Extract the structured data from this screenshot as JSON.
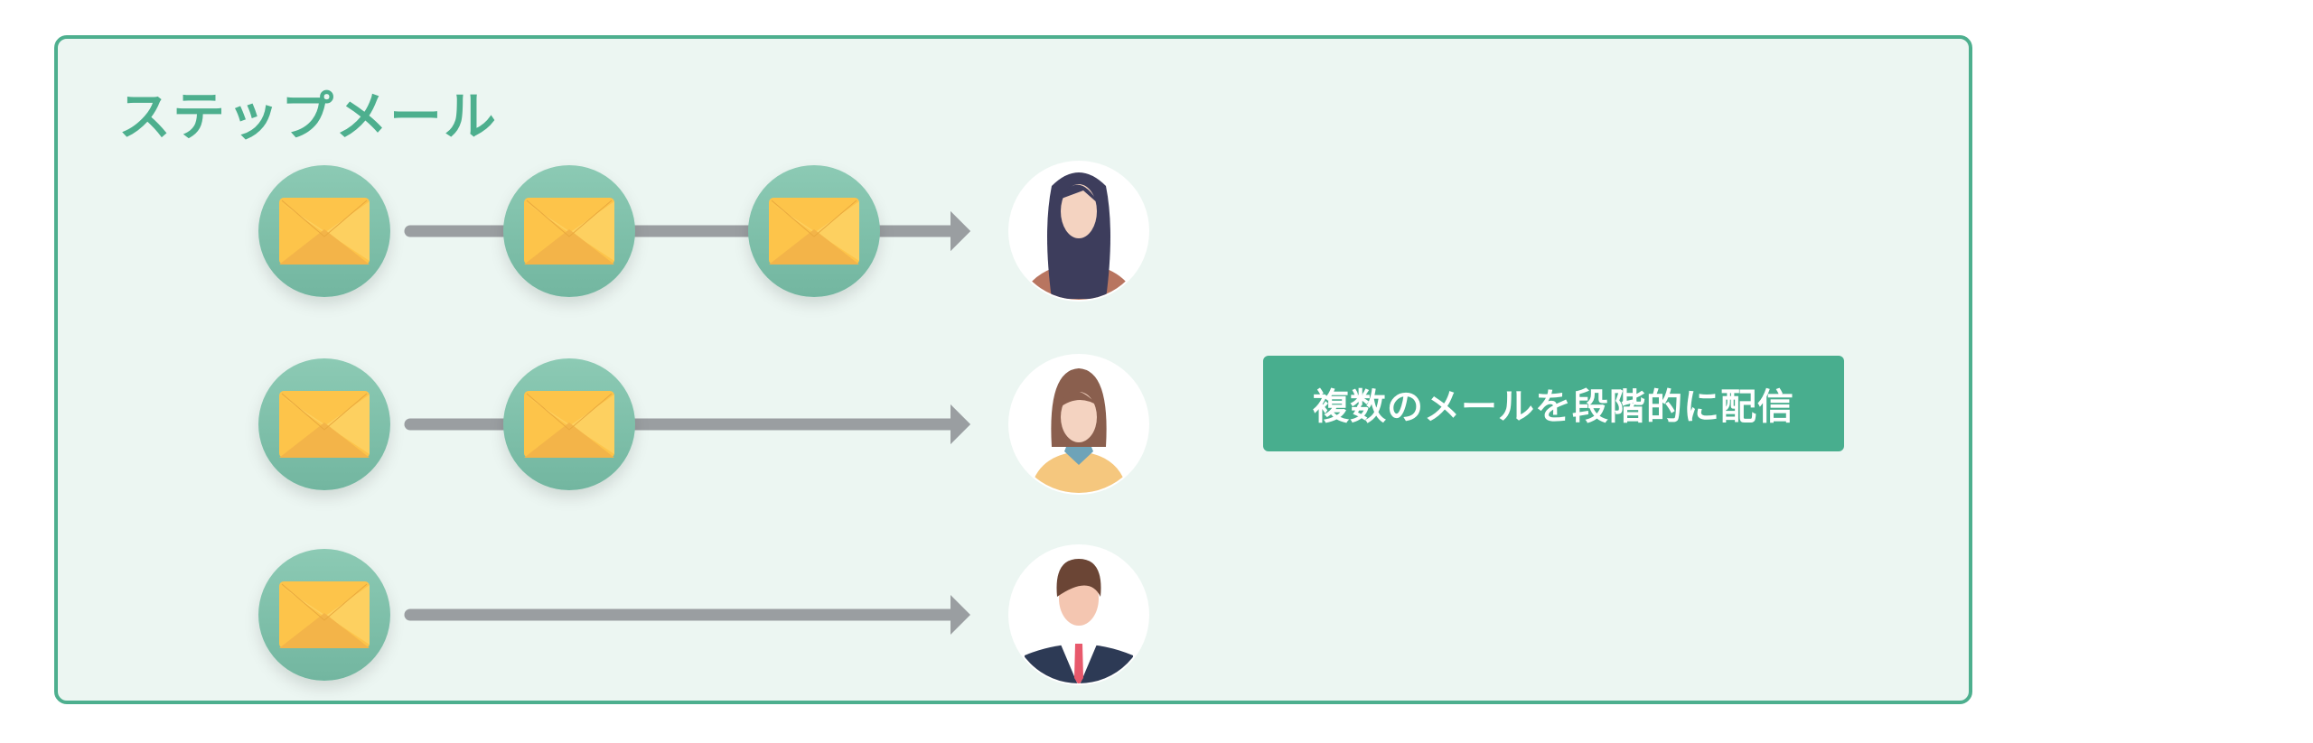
{
  "title": "ステップメール",
  "label": "複数のメールを段階的に配信",
  "rows": [
    {
      "emails": 3,
      "recipient": "woman-long-hair"
    },
    {
      "emails": 2,
      "recipient": "woman-brown-hair"
    },
    {
      "emails": 1,
      "recipient": "man-suit"
    }
  ],
  "colors": {
    "accent": "#4daf8e",
    "panel_bg": "#ecf6f2",
    "email_circle": "#7fbfa9",
    "envelope": "#fdc44a",
    "arrow": "#9a9ea1"
  }
}
